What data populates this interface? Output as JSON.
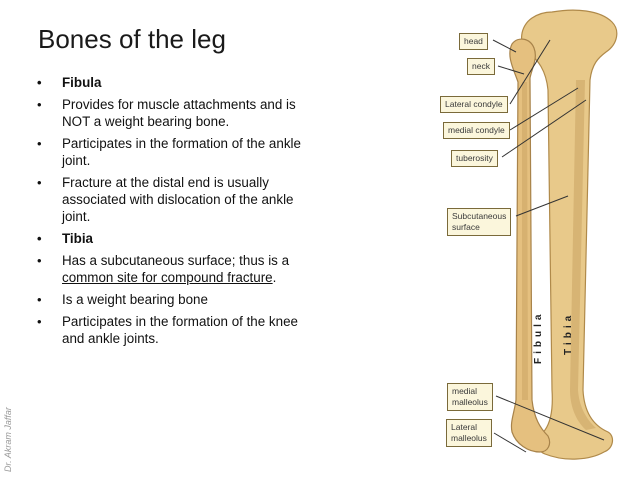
{
  "title": "Bones of the leg",
  "bullets": [
    {
      "text": "Fibula",
      "bold": true
    },
    {
      "text": "Provides for muscle attachments and is NOT a weight bearing bone."
    },
    {
      "text": "Participates in the formation of the ankle joint."
    },
    {
      "text": "Fracture at the distal end is usually associated with dislocation of the ankle joint."
    },
    {
      "text": "Tibia",
      "bold": true
    },
    {
      "pre": "Has a subcutaneous surface; thus is a ",
      "link": "common site for compound fracture",
      "post": "."
    },
    {
      "text": "Is a weight bearing bone"
    },
    {
      "text": "Participates in the formation of the knee and ankle joints."
    }
  ],
  "author": "Dr. Akram Jaffar",
  "labels": {
    "head": "head",
    "neck": "neck",
    "lateral_condyle": "Lateral condyle",
    "medial_condyle": "medial condyle",
    "tuberosity": "tuberosity",
    "subcutaneous_line1": "Subcutaneous",
    "subcutaneous_line2": "surface",
    "medial_malleolus_line1": "medial",
    "medial_malleolus_line2": "malleolus",
    "lateral_malleolus_line1": "Lateral",
    "lateral_malleolus_line2": "malleolus",
    "fibula": "Fibula",
    "tibia": "Tibia"
  },
  "colors": {
    "bone": "#e8c98a",
    "bone_shadow": "#c9a262",
    "label_bg": "#fbf6dc"
  }
}
